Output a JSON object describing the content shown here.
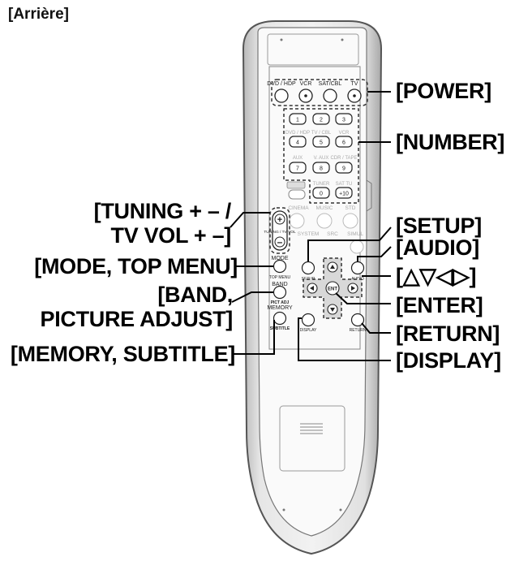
{
  "header": {
    "title": "[Arrière]"
  },
  "callouts": {
    "power": "[POWER]",
    "number": "[NUMBER]",
    "tuning_line1": "[TUNING + – /",
    "tuning_line2": "TV VOL + –]",
    "setup": "[SETUP]",
    "audio": "[AUDIO]",
    "mode": "[MODE, TOP MENU]",
    "arrows": "[△▽◁▷]",
    "band_line1": "[BAND,",
    "band_line2": "PICTURE ADJUST]",
    "enter": "[ENTER]",
    "return": "[RETURN]",
    "memory": "[MEMORY, SUBTITLE]",
    "display": "[DISPLAY]"
  },
  "remote": {
    "source_labels": [
      "DVD / HDP",
      "VCR",
      "SAT/CBL",
      "TV"
    ],
    "number_keys": [
      "1",
      "2",
      "3",
      "4",
      "5",
      "6",
      "7",
      "8",
      "9",
      "0",
      "+10"
    ],
    "number_sublabels": [
      "DVD / HDP",
      "TV / CBL",
      "VCR",
      "AUX",
      "V. AUX",
      "CDR / TAPE",
      "TUNER",
      "SAT TU"
    ],
    "mode_labels": [
      "CINEMA",
      "MUSIC",
      "STD"
    ],
    "mode_labels2": [
      "SYSTEM",
      "SRC",
      "SIMUL"
    ],
    "tuning_label": "TUNING / TV VOL",
    "mode_label": "MODE",
    "top_menu_label": "TOP MENU",
    "band_label": "BAND",
    "pict_adj_label": "PICT ADJ",
    "memory_label": "MEMORY",
    "subtitle_label": "SUBTITLE",
    "setup_label": "SETUP",
    "audio_label": "AUDIO",
    "display_label": "DISPLAY",
    "return_label": "RETURN",
    "enter_label": "ENT"
  }
}
